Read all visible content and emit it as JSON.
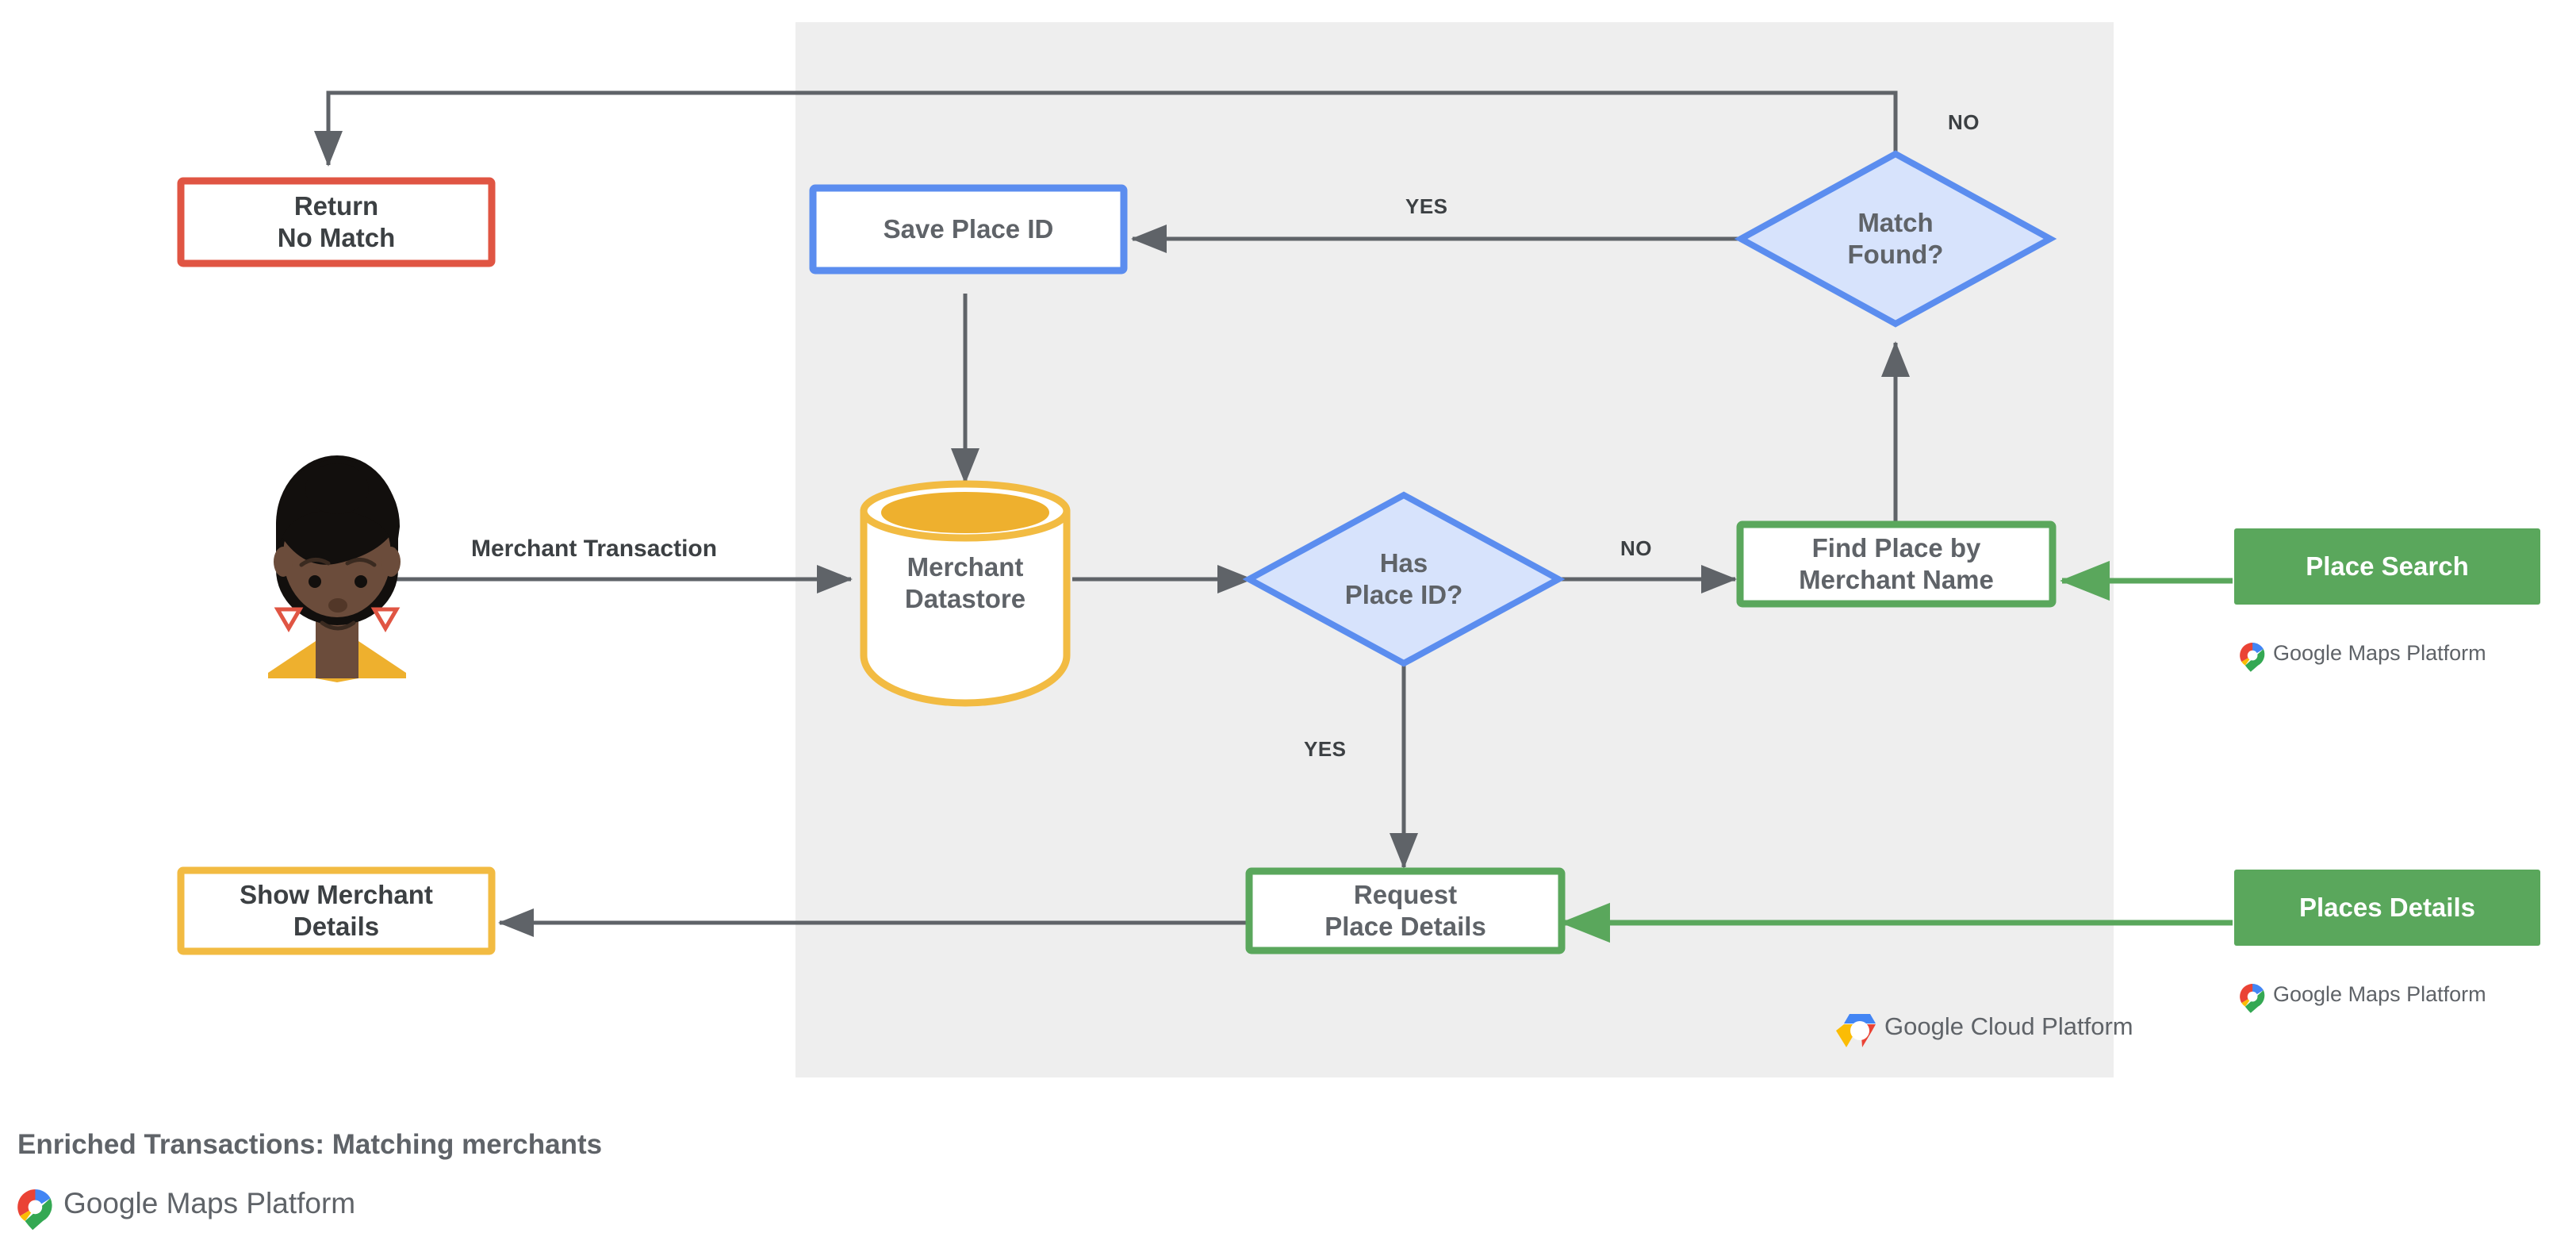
{
  "diagram": {
    "caption": "Enriched Transactions: Matching merchants",
    "panel_label": "Google Cloud Platform",
    "colors": {
      "panel_bg": "#eeeeee",
      "page_bg": "#ffffff",
      "red": "#e05543",
      "blue": "#5b8def",
      "blue_fill": "#d7e3fc",
      "yellow": "#f2bb42",
      "yellow_fill": "#eeb02e",
      "green": "#5aa75c",
      "green_solid": "#5aa75c",
      "arrow_gray": "#5f6368",
      "text_gray": "#5f6368",
      "label_gray": "#3c4043"
    },
    "nodes": [
      {
        "id": "return-no-match",
        "label": "Return\nNo Match",
        "shape": "rect",
        "style": "red-outline"
      },
      {
        "id": "save-place-id",
        "label": "Save Place ID",
        "shape": "rect",
        "style": "blue-outline"
      },
      {
        "id": "match-found",
        "label": "Match\nFound?",
        "shape": "diamond",
        "style": "blue-fill"
      },
      {
        "id": "merchant-datastore",
        "label": "Merchant\nDatastore",
        "shape": "cylinder",
        "style": "yellow-outline"
      },
      {
        "id": "has-place-id",
        "label": "Has\nPlace ID?",
        "shape": "diamond",
        "style": "blue-fill"
      },
      {
        "id": "find-place",
        "label": "Find Place by\nMerchant Name",
        "shape": "rect",
        "style": "green-outline"
      },
      {
        "id": "place-search",
        "label": "Place Search",
        "shape": "rect",
        "style": "green-solid"
      },
      {
        "id": "show-merchant",
        "label": "Show Merchant\nDetails",
        "shape": "rect",
        "style": "yellow-outline"
      },
      {
        "id": "request-details",
        "label": "Request\nPlace Details",
        "shape": "rect",
        "style": "green-outline"
      },
      {
        "id": "places-details",
        "label": "Places Details",
        "shape": "rect",
        "style": "green-solid"
      }
    ],
    "edge_labels": {
      "match_found_no": "NO",
      "match_found_yes": "YES",
      "has_place_id_no": "NO",
      "has_place_id_yes": "YES"
    },
    "flow_labels": {
      "merchant_transaction": "Merchant Transaction"
    },
    "brands": {
      "maps_platform": "Google Maps Platform",
      "cloud_platform": "Google Cloud Platform",
      "google_word": "Google",
      "maps_word": "Maps Platform",
      "cloud_word": "Cloud Platform"
    },
    "actor": {
      "name": "customer-avatar"
    }
  }
}
